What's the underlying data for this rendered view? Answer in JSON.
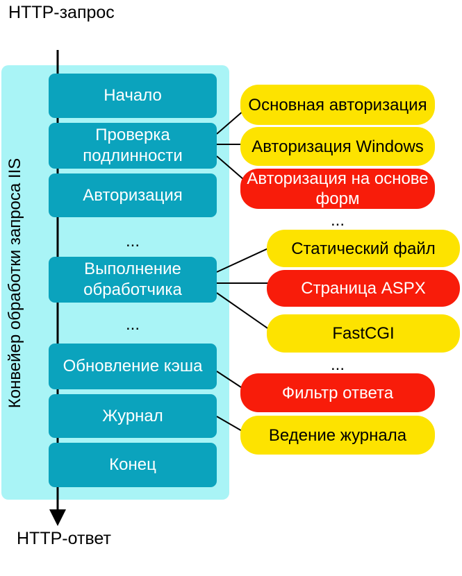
{
  "request_label": "HTTP-запрос",
  "response_label": "HTTP-ответ",
  "pipeline_label": "Конвейер обработки запроса IIS",
  "stages": [
    "Начало",
    "Проверка подлинности",
    "Авторизация",
    "...",
    "Выполнение обработчика",
    "...",
    "Обновление кэша",
    "Журнал",
    "Конец"
  ],
  "modules": [
    {
      "label": "Основная авторизация",
      "color": "yellow"
    },
    {
      "label": "Авторизация Windows",
      "color": "yellow"
    },
    {
      "label": "Авторизация на основе форм",
      "color": "red"
    },
    {
      "label": "...",
      "color": "none"
    },
    {
      "label": "Статический файл",
      "color": "yellow"
    },
    {
      "label": "Страница ASPX",
      "color": "red"
    },
    {
      "label": "FastCGI",
      "color": "yellow"
    },
    {
      "label": "...",
      "color": "none"
    },
    {
      "label": "Фильтр ответа",
      "color": "red"
    },
    {
      "label": "Ведение журнала",
      "color": "yellow"
    }
  ],
  "colors": {
    "pipeline_background": "#a9f4f6",
    "stage": "#0ba3bd",
    "module_yellow": "#fde300",
    "module_red": "#f81c0a"
  }
}
